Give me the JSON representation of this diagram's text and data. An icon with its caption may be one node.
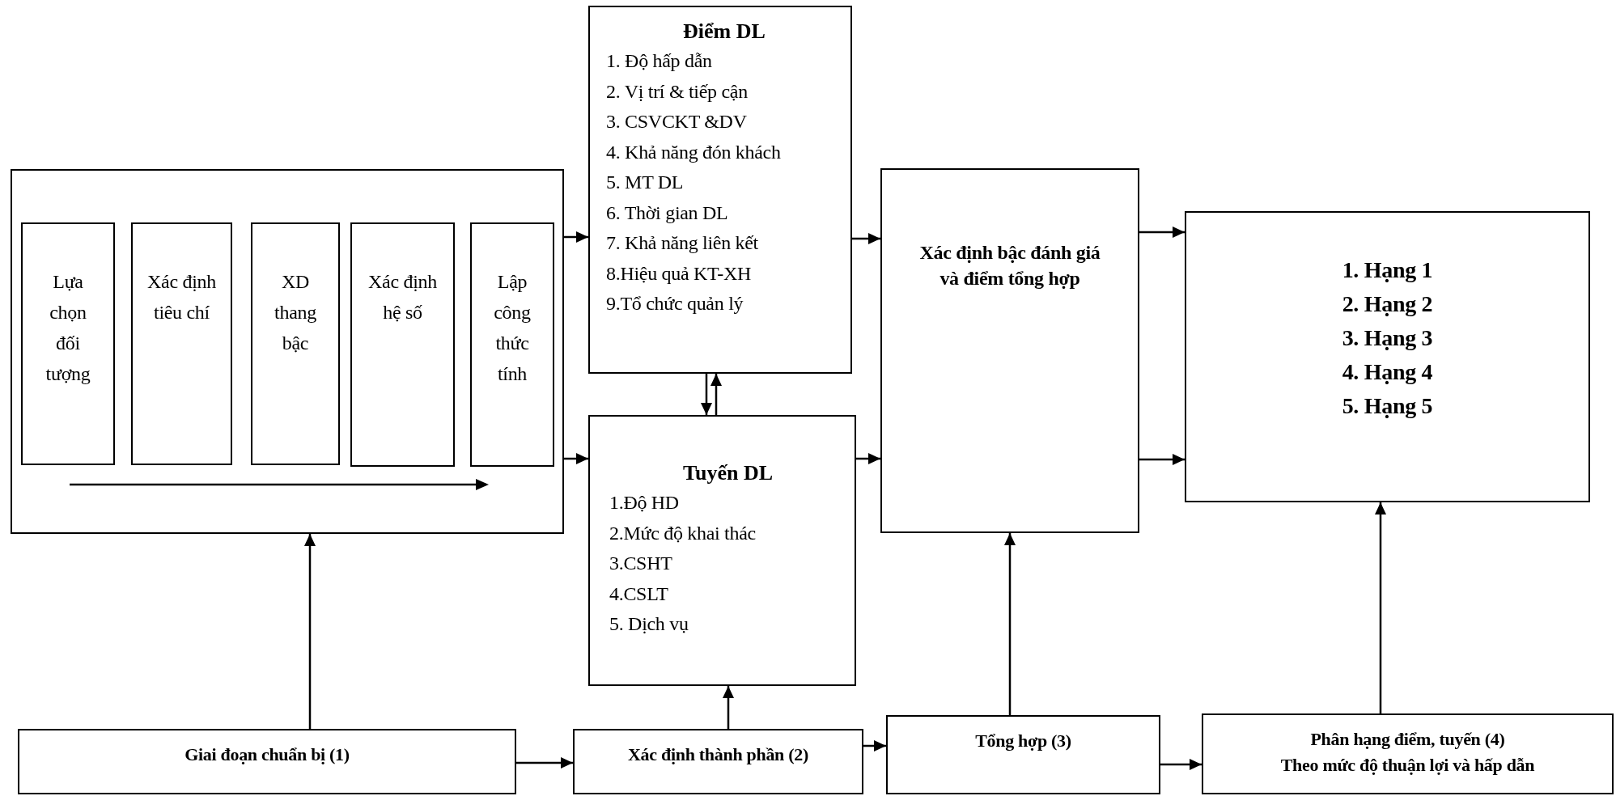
{
  "diagram": {
    "nodes": [
      {
        "text": [
          "Điểm DL",
          "1. Độ hấp dẫn",
          "2. Vị trí & tiếp cận",
          "3. CSVCKT &DV",
          "4. Khả năng đón khách",
          "5. MT DL",
          "6. Thời gian DL",
          "7. Khả năng liên kết",
          "8.Hiệu quả KT-XH",
          "9.Tổ chức quản lý"
        ]
      },
      {
        "text": [],
        "shape": "box"
      },
      {
        "text": [
          "Lựa chọn đối tượng"
        ],
        "in": 1
      },
      {
        "text": [
          "Xác định tiêu chí"
        ],
        "in": 1
      },
      {
        "text": [
          "XD thang bậc"
        ],
        "in": 1
      },
      {
        "text": [
          "Xác định hệ số"
        ],
        "in": 1
      },
      {
        "text": [
          "Lập công thức tính"
        ],
        "in": 1
      },
      {
        "text": [
          "Xác định bậc đánh giá và điểm tổng hợp"
        ]
      },
      {
        "text": [
          "1. Hạng 1",
          "2. Hạng 2",
          "3. Hạng 3",
          "4.  Hạng 4",
          "5.  Hạng 5"
        ]
      },
      {
        "text": [
          "Tuyến DL",
          "1.Độ HD",
          "2.Mức độ khai thác",
          "3.CSHT",
          "4.CSLT",
          "5. Dịch vụ"
        ]
      },
      {
        "text": [
          "Giai đoạn chuẩn bị (1)"
        ]
      },
      {
        "text": [
          "Xác định thành phần (2)"
        ]
      },
      {
        "text": [
          "Tổng hợp (3)"
        ]
      },
      {
        "text": [
          "Phân hạng điểm, tuyến (4)",
          "Theo mức độ thuận lợi và hấp dẫn"
        ]
      }
    ],
    "edges": [
      {
        "from": 10,
        "to": 1,
        "arrow": "to"
      },
      {
        "from": 10,
        "to": 11,
        "arrow": "to"
      },
      {
        "from": 11,
        "to": 9,
        "arrow": "to"
      },
      {
        "from": 11,
        "to": 12,
        "arrow": "to"
      },
      {
        "from": 12,
        "to": 7,
        "arrow": "to"
      },
      {
        "from": 12,
        "to": 13,
        "arrow": "to"
      },
      {
        "from": 13,
        "to": 8,
        "arrow": "to"
      },
      {
        "from": 1,
        "to": 0,
        "arrow": "to"
      },
      {
        "from": 1,
        "to": 9,
        "arrow": "to"
      },
      {
        "from": 0,
        "to": 9,
        "arrow": "to"
      },
      {
        "from": 9,
        "to": 0,
        "arrow": "to"
      },
      {
        "from": 0,
        "to": 7,
        "arrow": "to"
      },
      {
        "from": 9,
        "to": 7,
        "arrow": "to"
      },
      {
        "from": 7,
        "to": 8,
        "arrow": "to"
      },
      {
        "from": 7,
        "to": 8,
        "arrow": "to"
      }
    ]
  }
}
